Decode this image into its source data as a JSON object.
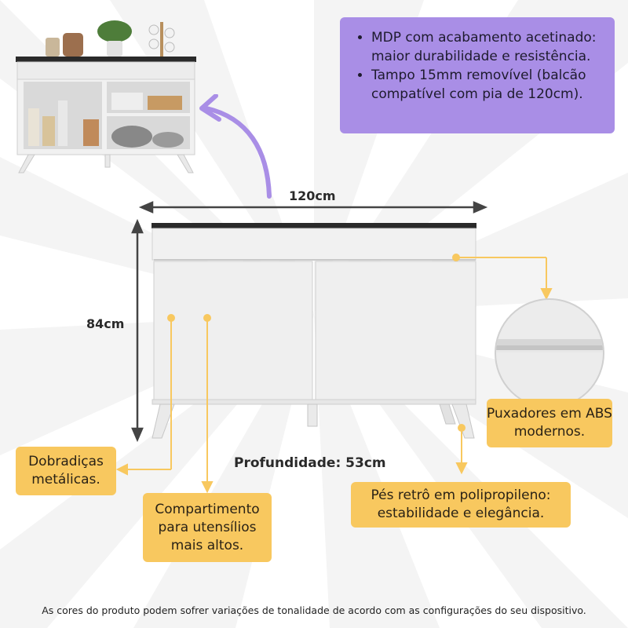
{
  "features": [
    "MDP com acabamento acetinado: maior durabilidade e resistência.",
    "Tampo 15mm removível (balcão compatível com pia de 120cm)."
  ],
  "dimensions": {
    "width": "120cm",
    "height": "84cm",
    "depth": "Profundidade: 53cm"
  },
  "callouts": {
    "handles": "Puxadores em ABS modernos.",
    "hinges": "Dobradiças metálicas.",
    "compartment": "Compartimento para utensílios mais altos.",
    "feet": "Pés retrô em polipropileno: estabilidade e elegância."
  },
  "disclaimer": "As cores do produto podem sofrer variações de tonalidade de acordo com as configurações do seu dispositivo.",
  "colors": {
    "purple_box": "#a98ee6",
    "callout_yellow": "#f8c85f",
    "cabinet_white": "#f1f1f1",
    "countertop": "#2a2a2a"
  }
}
